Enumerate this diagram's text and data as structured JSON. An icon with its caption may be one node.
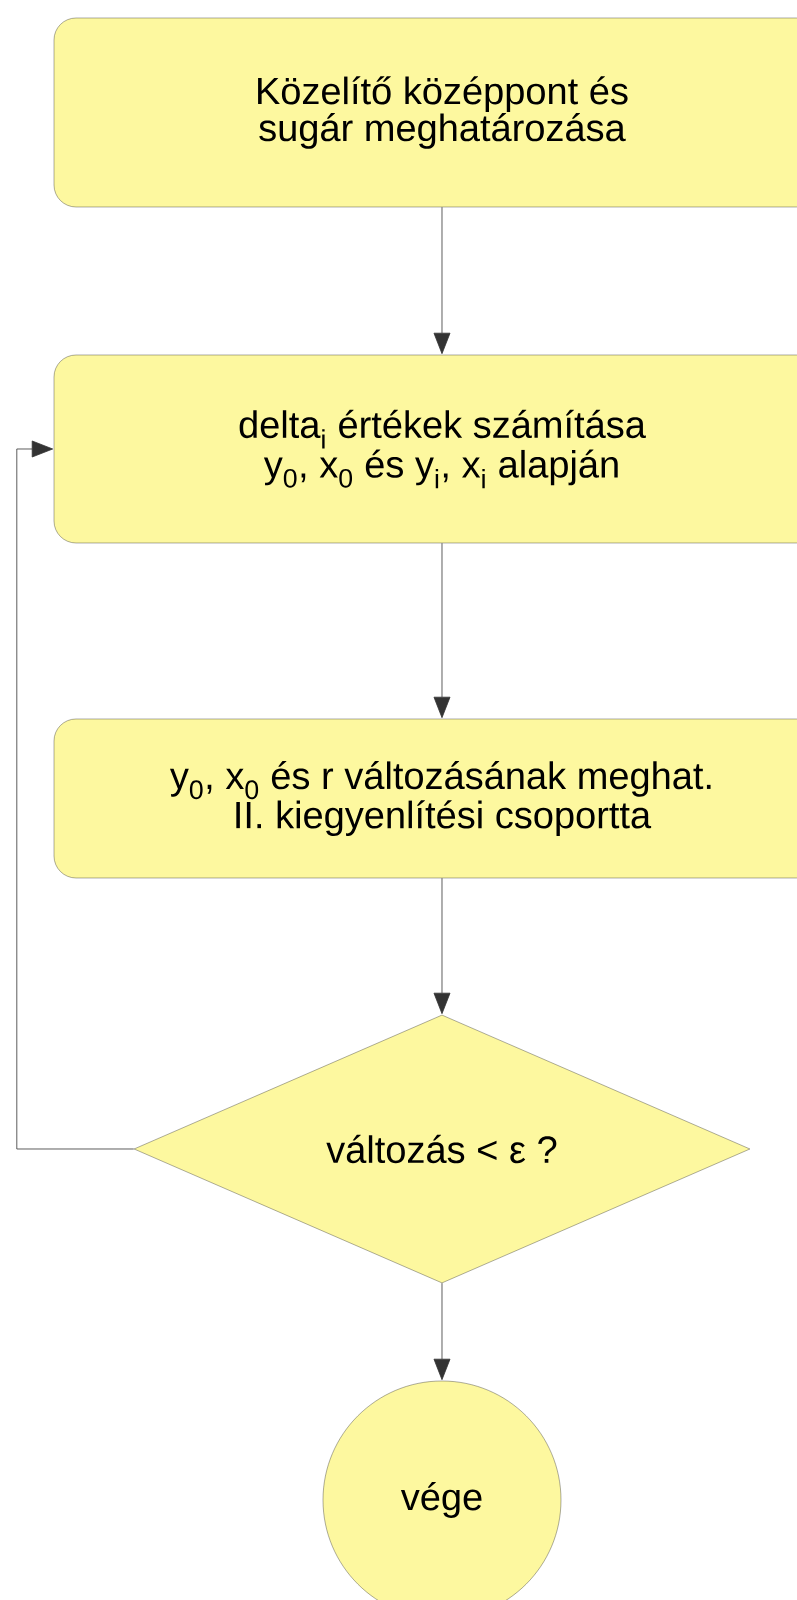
{
  "diagram": {
    "nodes": [
      {
        "text": [
          "Közelítő középpont és sugár meghatározása"
        ]
      },
      {
        "text": [
          "delta$_{i}$ értékek számítása y$_{0}$, x$_{0}$ és y$_{i}$, x$_{i}$ alapján"
        ]
      },
      {
        "text": [
          "y$_{0}$, x$_{0}$ és r változásának meghat. II. kiegyenlítési csoportta"
        ]
      },
      {
        "text": [
          "változás < ε ?"
        ]
      },
      {
        "text": [
          "vége"
        ]
      }
    ],
    "edges": [
      {
        "from": 0,
        "to": 1,
        "arrow": "to"
      },
      {
        "from": 1,
        "to": 2,
        "arrow": "to"
      },
      {
        "from": 2,
        "to": 3,
        "arrow": "to"
      },
      {
        "from": 3,
        "to": 1,
        "arrow": "to"
      },
      {
        "from": 3,
        "to": 4,
        "arrow": "to"
      }
    ]
  }
}
